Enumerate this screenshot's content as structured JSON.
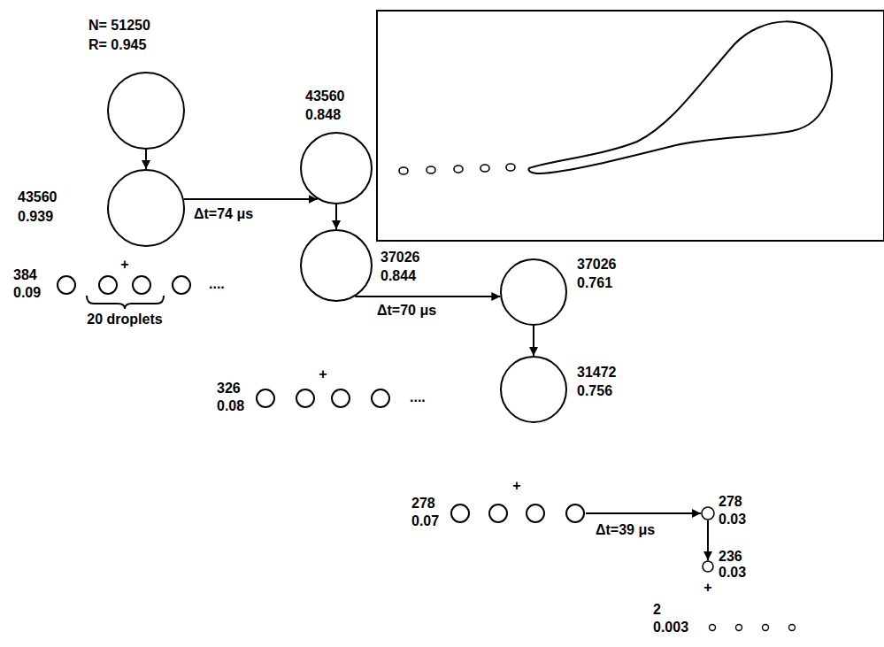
{
  "diagram": {
    "nodes": [
      {
        "text": [
          "N= 51250",
          "R= 0.945"
        ]
      },
      {
        "text": [
          "43560",
          "0.939"
        ]
      },
      {
        "text": [
          "384",
          "0.09"
        ]
      },
      {
        "text": [
          "43560",
          "0.848"
        ]
      },
      {
        "text": [
          "37026",
          "0.844"
        ]
      },
      {
        "text": [
          "326",
          "0.08"
        ]
      },
      {
        "text": [
          "37026",
          "0.761"
        ]
      },
      {
        "text": [
          "31472",
          "0.756"
        ]
      },
      {
        "text": [
          "278",
          "0.07"
        ]
      },
      {
        "text": [
          "278",
          "0.03"
        ]
      },
      {
        "text": [
          "236",
          "0.03"
        ]
      },
      {
        "text": [
          "2",
          "0.003"
        ]
      }
    ],
    "edges": [
      {
        "from": 0,
        "to": 1,
        "arrow": "to"
      },
      {
        "from": 1,
        "to": 3,
        "label": "Δt=74 μs",
        "arrow": "to"
      },
      {
        "from": 3,
        "to": 4,
        "arrow": "to"
      },
      {
        "from": 4,
        "to": 6,
        "label": "Δt=70 μs",
        "arrow": "to"
      },
      {
        "from": 6,
        "to": 7,
        "arrow": "to"
      },
      {
        "from": 8,
        "to": 9,
        "label": "Δt=39 μs",
        "arrow": "to"
      },
      {
        "from": 9,
        "to": 10,
        "arrow": "to"
      }
    ],
    "labels": [
      "+",
      "....",
      "20 droplets",
      "+",
      "....",
      "+",
      "+"
    ]
  }
}
